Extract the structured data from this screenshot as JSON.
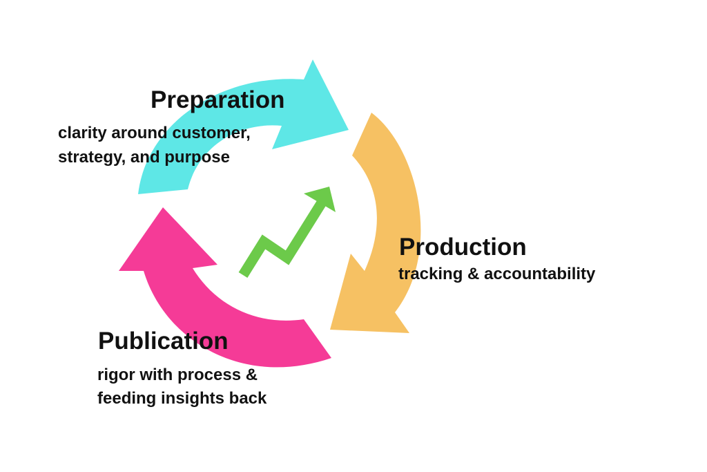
{
  "colors": {
    "preparation": "#5ee7e6",
    "production": "#f6c163",
    "publication": "#f53b97",
    "growth": "#6cca4a",
    "text": "#111111"
  },
  "stages": {
    "preparation": {
      "title": "Preparation",
      "lines": [
        "clarity around customer,",
        "strategy, and purpose"
      ]
    },
    "production": {
      "title": "Production",
      "lines": [
        "tracking & accountability"
      ]
    },
    "publication": {
      "title": "Publication",
      "lines": [
        "rigor with process &",
        "feeding insights back"
      ]
    }
  },
  "center_icon": "trending-up-arrow-icon"
}
